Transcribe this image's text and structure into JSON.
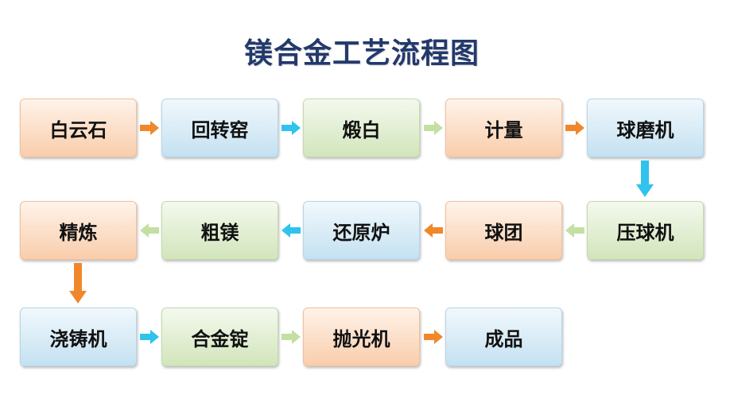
{
  "title": "镁合金工艺流程图",
  "colors": {
    "title": "#22396c",
    "peach_top": "#fff3ea",
    "peach_bottom": "#f9cdab",
    "peach_border": "#f3c09c",
    "blue_top": "#f1f8fc",
    "blue_bottom": "#c4e1f1",
    "blue_border": "#b5d6ea",
    "green_top": "#f4f9ee",
    "green_bottom": "#d2e5bb",
    "green_border": "#c3dbab"
  },
  "arrow_colors": {
    "orange": "#f0882b",
    "cyan": "#2fc3ed",
    "green": "#c4dfa2"
  },
  "nodes": [
    {
      "label": "白云石",
      "theme": "peach"
    },
    {
      "label": "回转窑",
      "theme": "blue"
    },
    {
      "label": "煅白",
      "theme": "green"
    },
    {
      "label": "计量",
      "theme": "peach"
    },
    {
      "label": "球磨机",
      "theme": "blue"
    },
    {
      "label": "压球机",
      "theme": "green"
    },
    {
      "label": "球团",
      "theme": "peach"
    },
    {
      "label": "还原炉",
      "theme": "blue"
    },
    {
      "label": "粗镁",
      "theme": "green"
    },
    {
      "label": "精炼",
      "theme": "peach"
    },
    {
      "label": "浇铸机",
      "theme": "blue"
    },
    {
      "label": "合金锭",
      "theme": "green"
    },
    {
      "label": "抛光机",
      "theme": "peach"
    },
    {
      "label": "成品",
      "theme": "blue"
    }
  ],
  "arrows": [
    "orange",
    "cyan",
    "green",
    "orange",
    "cyan",
    "green",
    "orange",
    "cyan",
    "green",
    "orange",
    "cyan",
    "green",
    "orange"
  ]
}
